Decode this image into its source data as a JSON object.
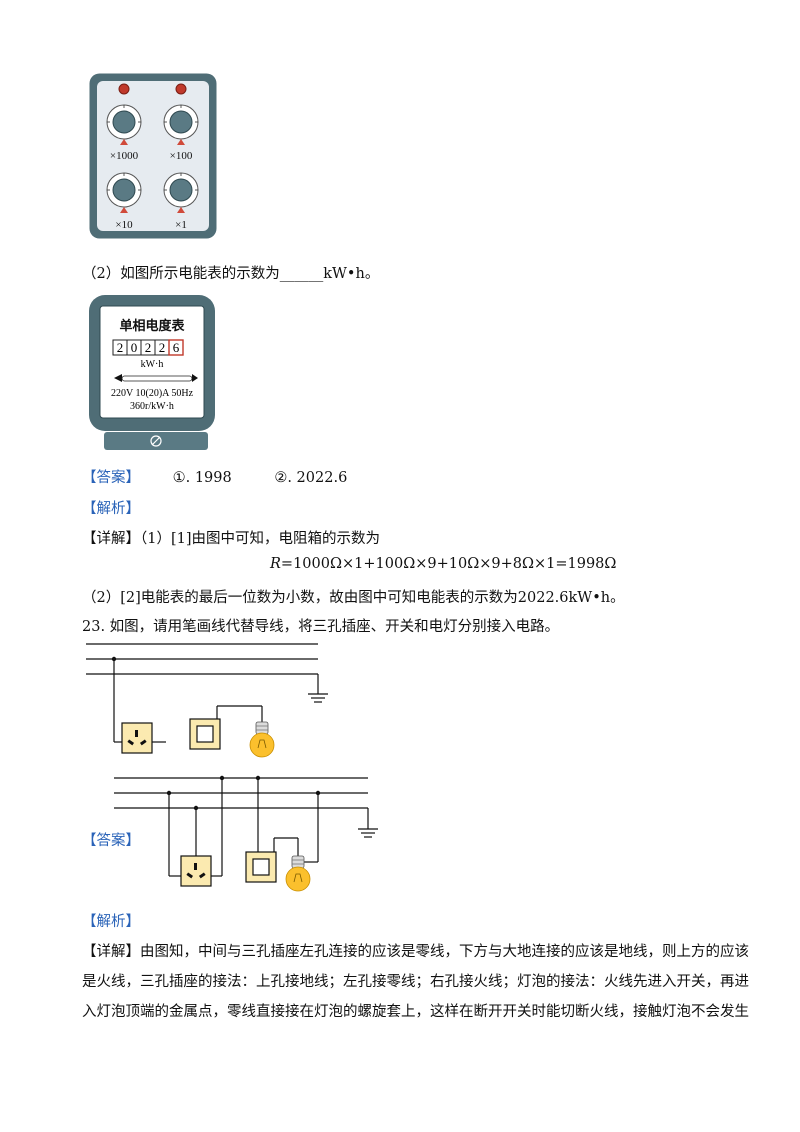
{
  "resistance_box": {
    "dial_labels": [
      "×1000",
      "×100",
      "×10",
      "×1"
    ]
  },
  "q2_question": {
    "prefix": "（2）如图所示电能表的示数为",
    "blank": "______",
    "unit": "kW•h。"
  },
  "energy_meter": {
    "title": "单相电度表",
    "digits": [
      "2",
      "0",
      "2",
      "2",
      "6"
    ],
    "unit": "kW·h",
    "rating": "220V 10(20)A 50Hz",
    "constant": "360r/kW·h"
  },
  "answer_1": {
    "label": "【答案】",
    "item1": "①. 1998",
    "item2": "②. 2022.6"
  },
  "analysis_1": {
    "label": "【解析】"
  },
  "detail_1": {
    "label": "【详解】",
    "line1": "（1）[1]由图中可知，电阻箱的示数为",
    "formula_var": "R",
    "formula": "=1000Ω×1+100Ω×9+10Ω×9+8Ω×1=1998Ω",
    "line2": "（2）[2]电能表的最后一位数为小数，故由图中可知电能表的示数为2022.6kW•h。"
  },
  "question_23": {
    "text": "23. 如图，请用笔画线代替导线，将三孔插座、开关和电灯分别接入电路。"
  },
  "answer_2": {
    "label": "【答案】"
  },
  "analysis_2": {
    "label": "【解析】"
  },
  "detail_2": {
    "label": "【详解】",
    "line1": "由图知，中间与三孔插座左孔连接的应该是零线，下方与大地连接的应该是地线，则上方的应该",
    "line2": "是火线，三孔插座的接法：上孔接地线；左孔接零线；右孔接火线；灯泡的接法：火线先进入开关，再进",
    "line3": "入灯泡顶端的金属点，零线直接接在灯泡的螺旋套上，这样在断开开关时能切断火线，接触灯泡不会发生"
  },
  "colors": {
    "blue_label": "#2a63b8",
    "panel_fill": "#e6ebf0",
    "frame_dark": "#4f6d76",
    "socket_fill": "#fbeab0",
    "bulb_fill": "#fbc02d",
    "indicator_red": "#c0392b"
  }
}
